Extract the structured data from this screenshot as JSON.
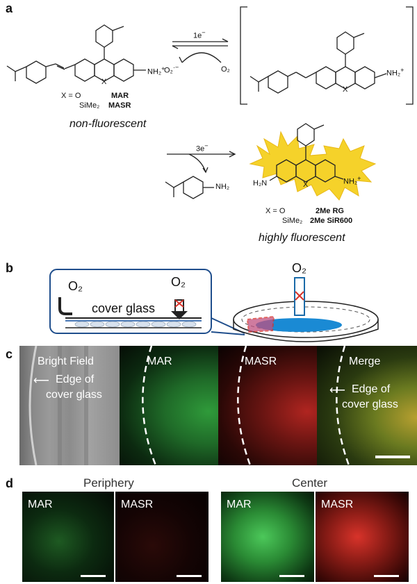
{
  "panel_a": {
    "letter": "a",
    "reaction1_electron": "1e",
    "o2_superoxide": "O₂",
    "o2_superoxide_charge": "·−",
    "o2": "O₂",
    "nh2": "NH₂",
    "ring_x": "X",
    "x_o": "X = O",
    "x_o_name": "MAR",
    "x_si": "SiMe₂",
    "x_si_name": "MASR",
    "non_fluorescent": "non-fluorescent",
    "reaction2_electron": "3e",
    "h2n_product": "H₂N",
    "nh2_plus": "NH₂",
    "nh2_amine": "NH₂",
    "prod_x_o": "X = O",
    "prod_x_o_name": "2Me RG",
    "prod_x_si": "SiMe₂",
    "prod_x_si_name": "2Me SiR600",
    "highly_fluorescent": "highly fluorescent"
  },
  "panel_b": {
    "letter": "b",
    "o2_left": "O₂",
    "o2_inset": "O₂",
    "o2_dish": "O₂",
    "cover_glass": "cover glass"
  },
  "panel_c": {
    "letter": "c",
    "bright_field": "Bright Field",
    "edge_of": "Edge of",
    "cover_glass1": "cover glass",
    "mar": "MAR",
    "masr": "MASR",
    "merge": "Merge",
    "edge_of2": "Edge of",
    "cover_glass2": "cover glass"
  },
  "panel_d": {
    "letter": "d",
    "periphery": "Periphery",
    "center": "Center",
    "mar_left": "MAR",
    "masr_left": "MASR",
    "mar_right": "MAR",
    "masr_right": "MASR"
  },
  "colors": {
    "green_fluor": "#3fc04a",
    "red_fluor": "#d8332a",
    "blue_dish": "#1a8ad4",
    "glow_yellow": "#f5d22a",
    "inset_border": "#1f4e8c"
  }
}
